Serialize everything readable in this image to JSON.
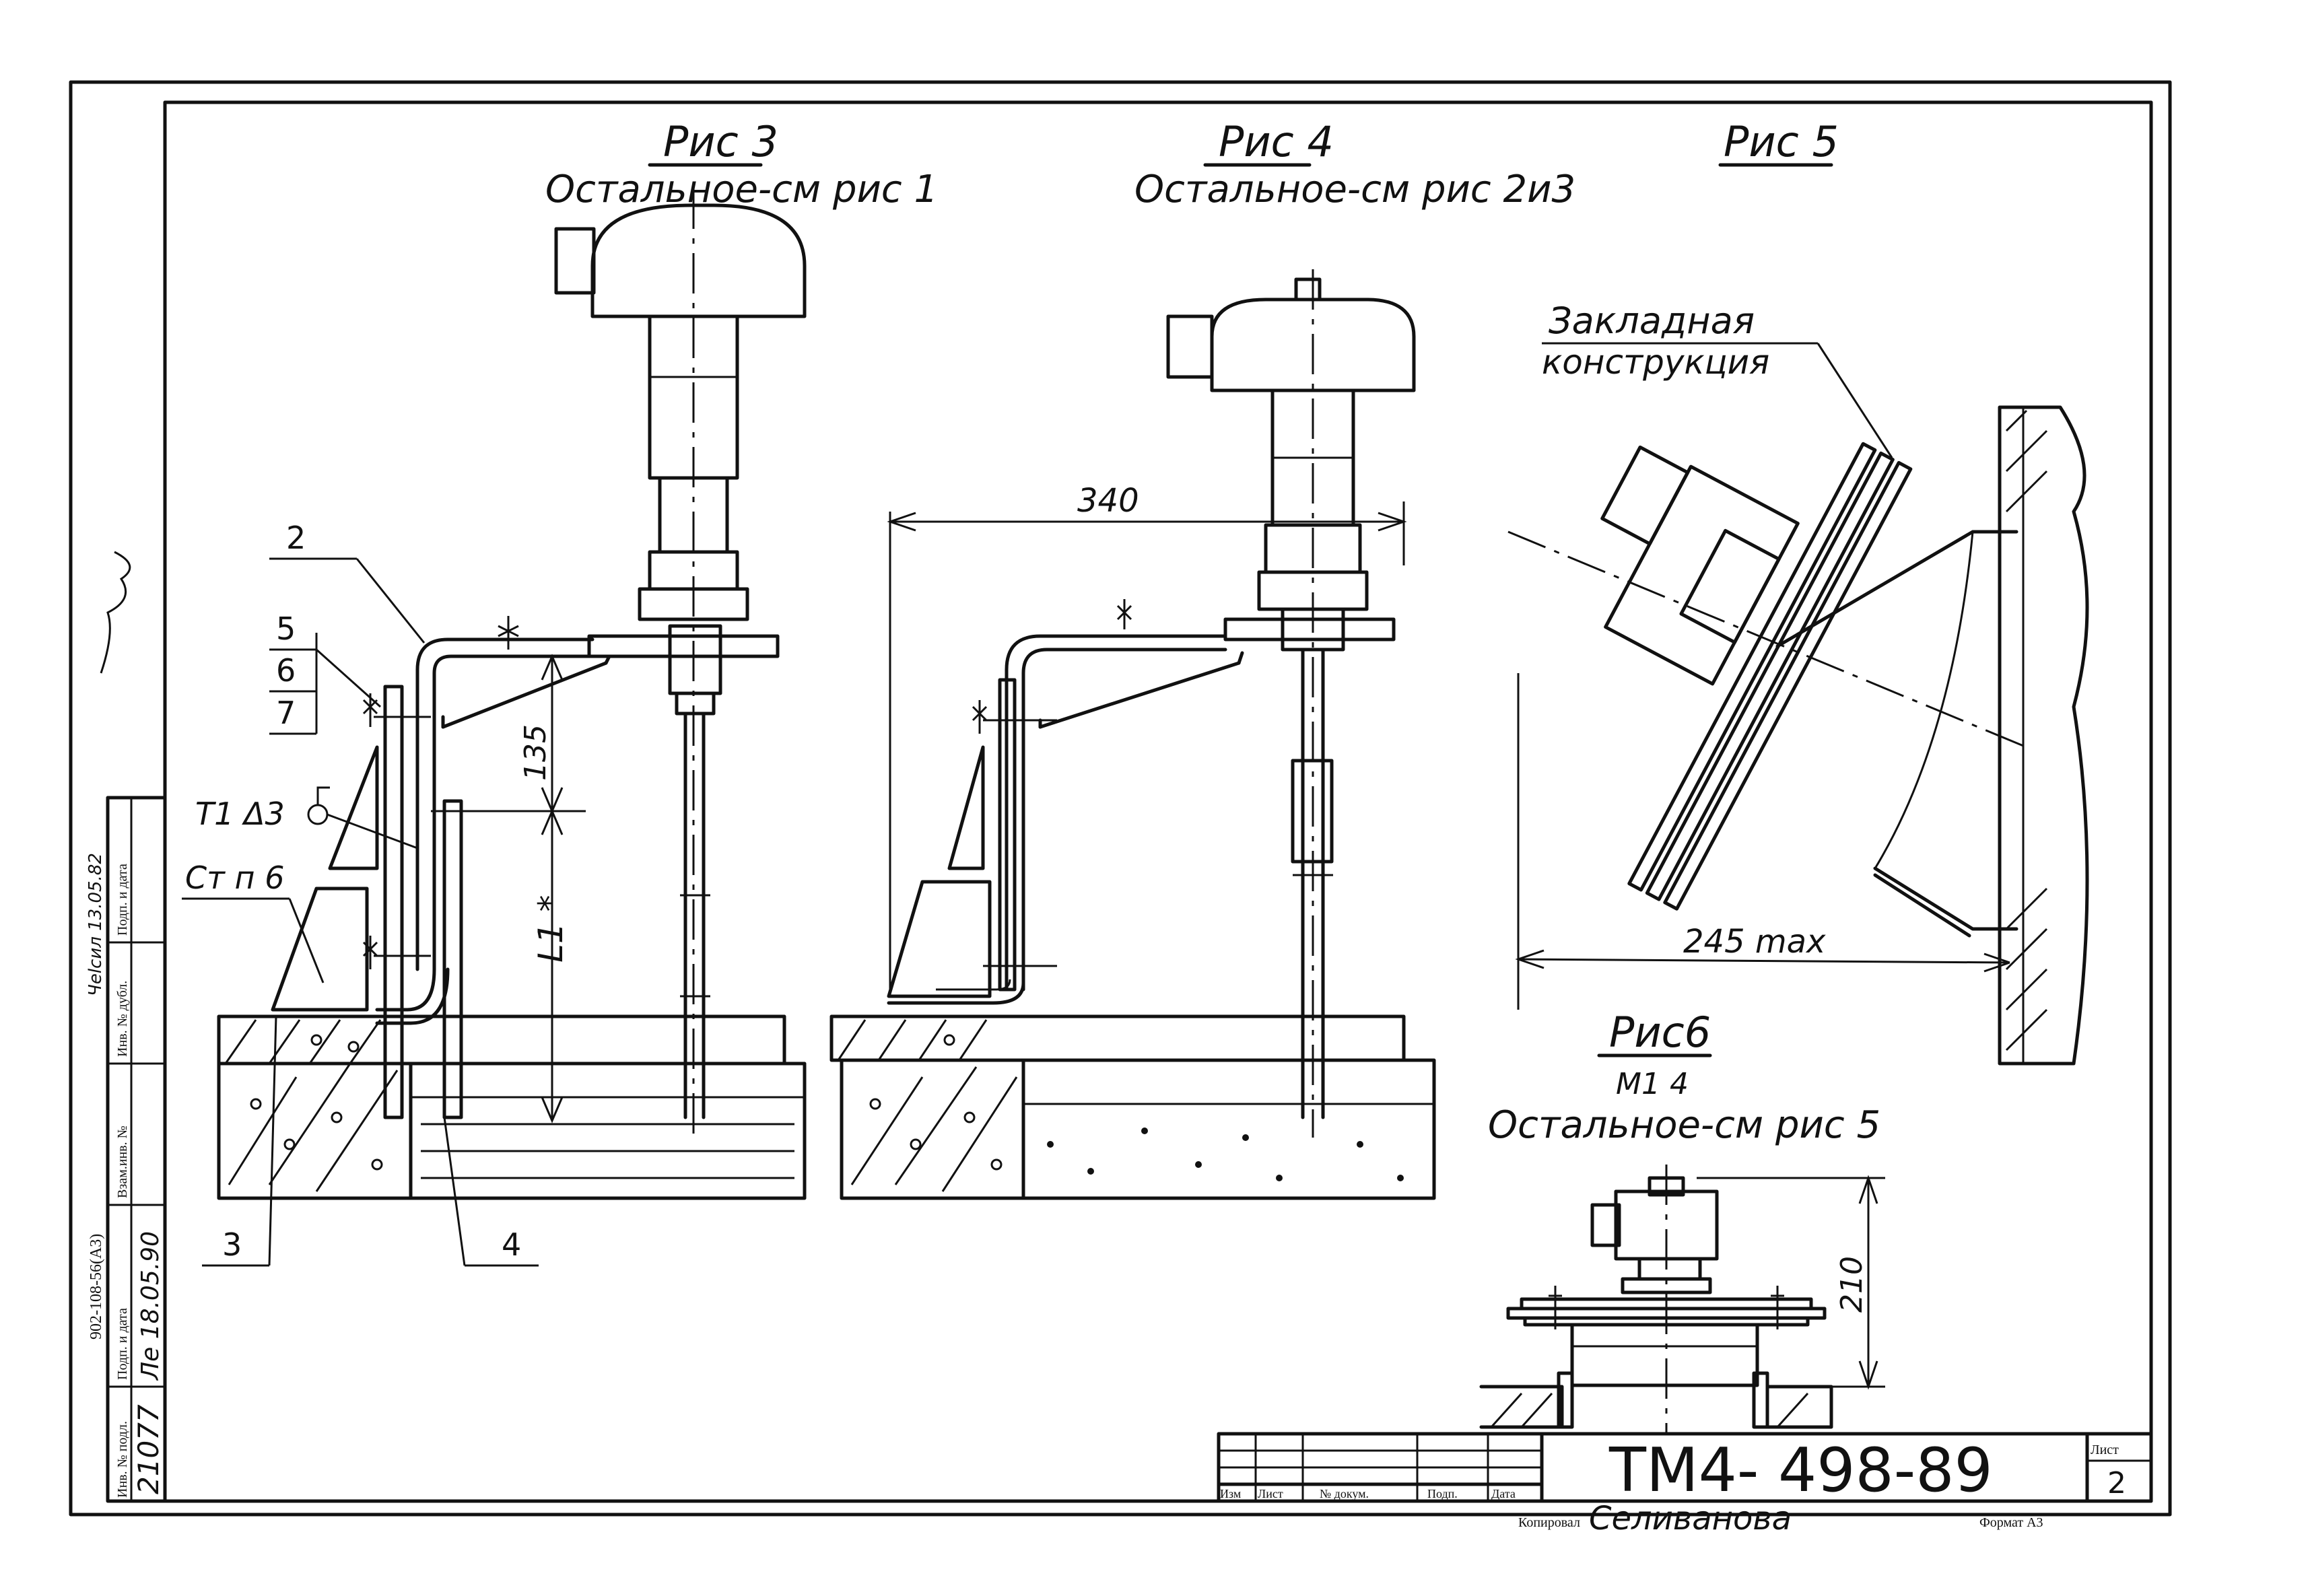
{
  "fig3": {
    "title": "Рис 3",
    "subtitle": "Остальное-см рис 1"
  },
  "fig4": {
    "title": "Рис 4",
    "subtitle": "Остальное-см рис 2и3"
  },
  "fig5": {
    "title": "Рис 5"
  },
  "fig6": {
    "title": "Рис6",
    "scale": "М1 4",
    "subtitle": "Остальное-см рис 5"
  },
  "callouts": {
    "c2": "2",
    "c3": "3",
    "c4": "4",
    "c5": "5",
    "c6": "6",
    "c7": "7"
  },
  "labels": {
    "embedded_1": "Закладная",
    "embedded_2": "конструкция",
    "t1": "Т1 Δ3",
    "stp": "Ст п 6"
  },
  "dimensions": {
    "d135": "135",
    "l1": "L1 *",
    "d340": "340",
    "d245": "245 max",
    "d210": "210"
  },
  "title_block": {
    "doc_number": "ТМ4- 498-89",
    "sheet_label": "Лист",
    "sheet_number": "2",
    "col_izm": "Изм",
    "col_list": "Лист",
    "col_doc": "№ докум.",
    "col_sign": "Подп.",
    "col_date": "Дата",
    "checked_label": "Копировал",
    "checked_name": "Селиванова",
    "format_label": "Формат А3"
  },
  "side_stamp": {
    "inv_podl": "Инв. № подл.",
    "podp_data_1": "Подп. и дата",
    "vzam_inv": "Взам.инв. №",
    "inv_dubl": "Инв. № дубл.",
    "podp_data_2": "Подп. и дата",
    "val_inv": "21077",
    "val_code": "902-108-56(А3)",
    "val_date": "Ле 18.05.90",
    "val_dubl": "Чеlсил 13.05.82"
  }
}
